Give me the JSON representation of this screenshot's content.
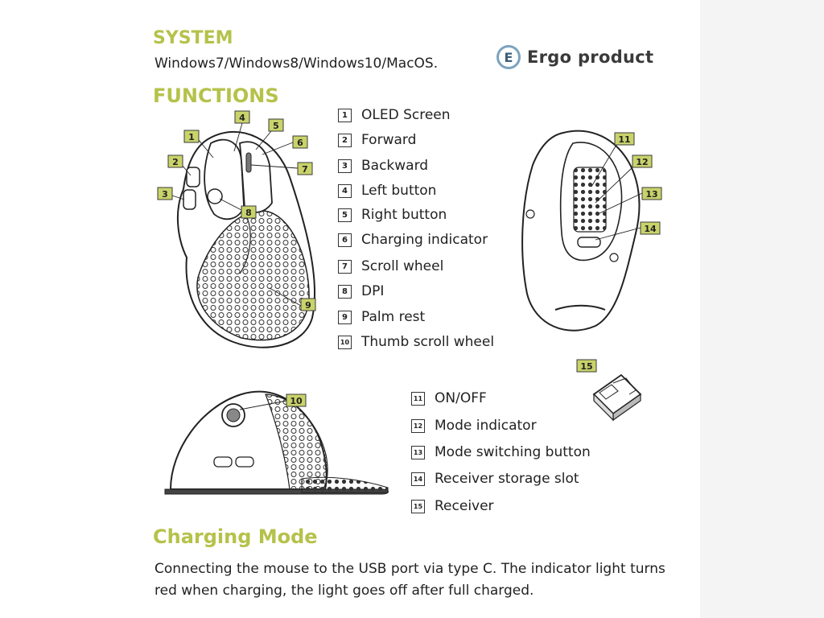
{
  "headings": {
    "system": "SYSTEM",
    "functions": "FUNCTIONS",
    "charging": "Charging Mode"
  },
  "system_os": "Windows7/Windows8/Windows10/MacOS.",
  "brand": {
    "mark": "E",
    "name": "Ergo product"
  },
  "features": [
    {
      "num": "1",
      "label": "OLED Screen"
    },
    {
      "num": "2",
      "label": "Forward"
    },
    {
      "num": "3",
      "label": "Backward"
    },
    {
      "num": "4",
      "label": "Left button"
    },
    {
      "num": "5",
      "label": "Right button"
    },
    {
      "num": "6",
      "label": "Charging indicator"
    },
    {
      "num": "7",
      "label": "Scroll wheel"
    },
    {
      "num": "8",
      "label": "DPI"
    },
    {
      "num": "9",
      "label": "Palm rest"
    },
    {
      "num": "10",
      "label": "Thumb scroll wheel"
    }
  ],
  "features_secondary": [
    {
      "num": "11",
      "label": "ON/OFF"
    },
    {
      "num": "12",
      "label": "Mode indicator"
    },
    {
      "num": "13",
      "label": "Mode switching button"
    },
    {
      "num": "14",
      "label": "Receiver storage slot"
    },
    {
      "num": "15",
      "label": "Receiver"
    }
  ],
  "charging_text": "Connecting the mouse to the USB port via type C. The indicator light turns red when charging, the light goes off after full charged.",
  "callouts": {
    "front": [
      "1",
      "2",
      "3",
      "4",
      "5",
      "6",
      "7",
      "8",
      "9"
    ],
    "side": [
      "10"
    ],
    "bottom": [
      "11",
      "12",
      "13",
      "14"
    ],
    "receiver": [
      "15"
    ]
  },
  "colors": {
    "accent": "#b5c24a",
    "callout_fill": "#c9d36a",
    "brand_ring": "#7ba3bf"
  },
  "icons": {
    "brand": "e-circle-logo",
    "front_view": "mouse-front-illustration",
    "side_view": "mouse-side-illustration",
    "bottom_view": "mouse-bottom-illustration",
    "receiver": "usb-receiver-illustration"
  }
}
